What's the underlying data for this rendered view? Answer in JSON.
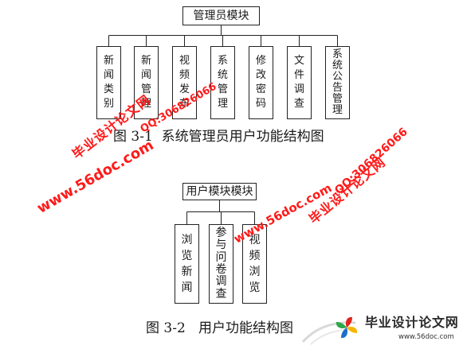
{
  "diagrams": [
    {
      "root": "管理员模块",
      "children": [
        "新闻类别",
        "新闻管理",
        "视频发布",
        "系统管理",
        "修改密码",
        "文件调查",
        "系统公告管理"
      ],
      "caption": "图 3-1  系统管理员用户功能结构图"
    },
    {
      "root": "用户模块模块",
      "children": [
        "浏览新闻",
        "参与问卷调查",
        "视频浏览"
      ],
      "caption": "图 3-2   用户功能结构图"
    }
  ],
  "watermark": {
    "site_name": "毕业设计论文网",
    "url": "www.56doc.com",
    "qq": "QQ:306826066"
  },
  "logo": {
    "name": "毕业设计论文网",
    "url": "www.56doc.com",
    "icon": "pinwheel-logo-icon"
  },
  "colors": {
    "watermark": "#ff1a1a",
    "line": "#222222",
    "logo_text": "#2a2a2a"
  }
}
